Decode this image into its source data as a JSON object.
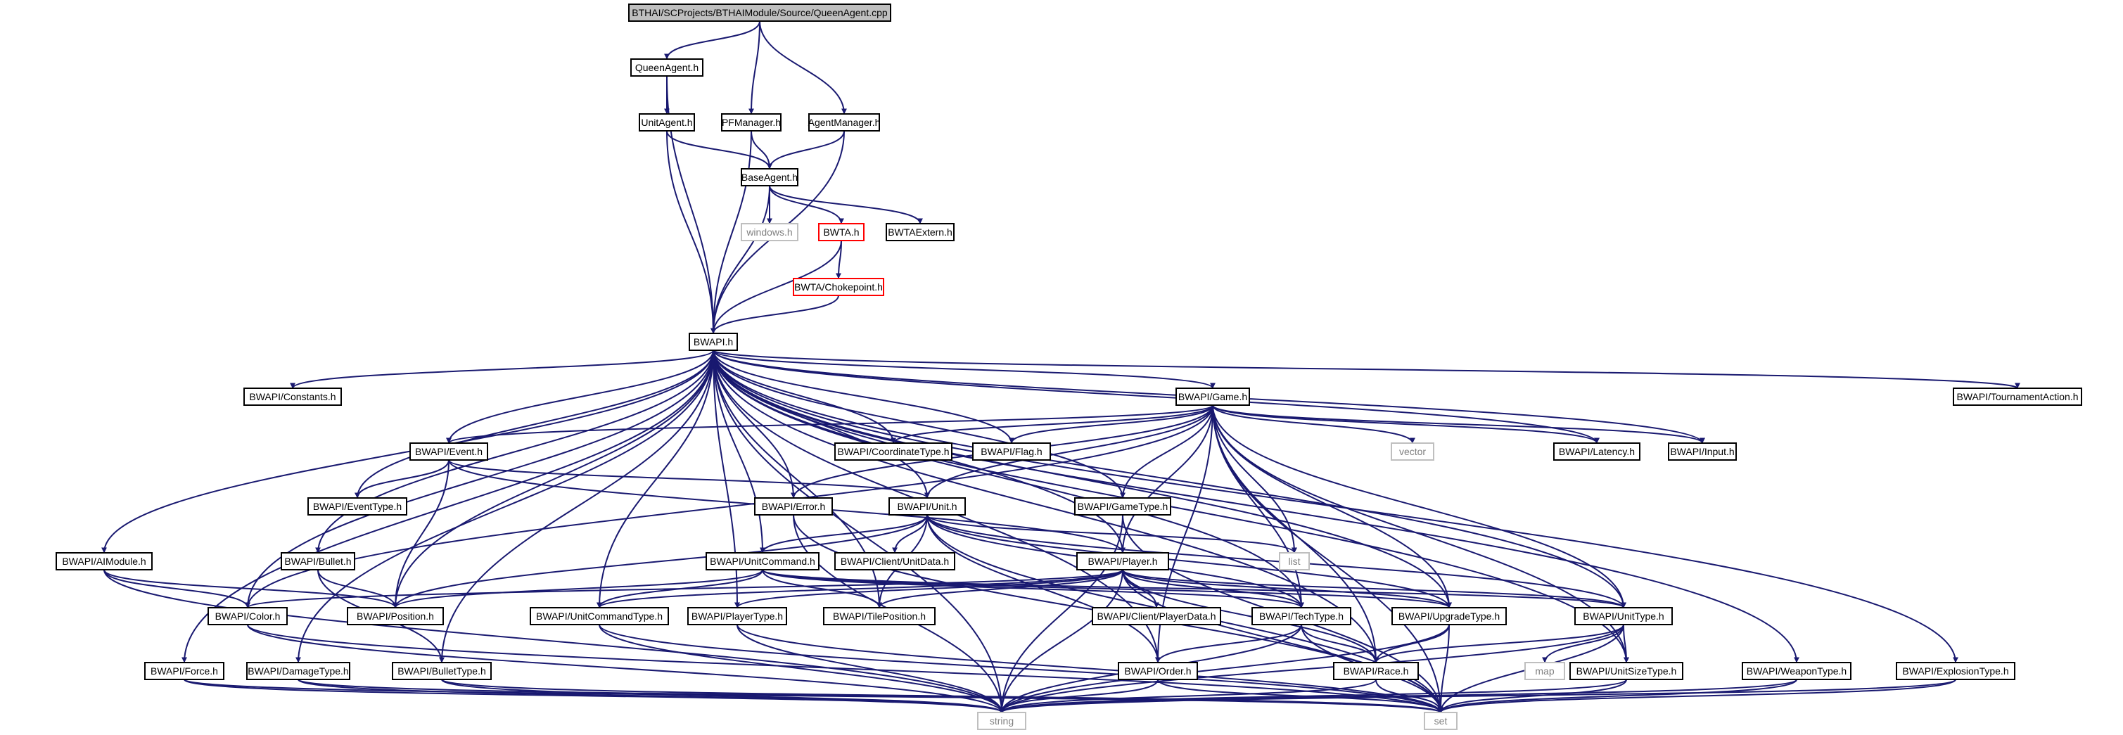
{
  "colors": {
    "edge": "#191970",
    "border_default": "#000000",
    "border_external": "#bfbfbf",
    "border_incomplete": "#ff0000",
    "fill_default": "#ffffff",
    "fill_root": "#bfbfbf",
    "text_default": "#000000",
    "text_external": "#808080"
  },
  "nodes": [
    {
      "id": "root",
      "label": "BTHAI/SCProjects/BTHAIModule/Source/QueenAgent.cpp",
      "style": "root"
    },
    {
      "id": "queenagent",
      "label": "QueenAgent.h",
      "style": "normal"
    },
    {
      "id": "pfmanager",
      "label": "PFManager.h",
      "style": "normal"
    },
    {
      "id": "agentmanager",
      "label": "AgentManager.h",
      "style": "normal"
    },
    {
      "id": "unitagent",
      "label": "UnitAgent.h",
      "style": "normal"
    },
    {
      "id": "baseagent",
      "label": "BaseAgent.h",
      "style": "normal"
    },
    {
      "id": "windows",
      "label": "windows.h",
      "style": "external"
    },
    {
      "id": "bwta",
      "label": "BWTA.h",
      "style": "incomplete"
    },
    {
      "id": "bwtaextern",
      "label": "BWTAExtern.h",
      "style": "normal"
    },
    {
      "id": "chokepoint",
      "label": "BWTA/Chokepoint.h",
      "style": "incomplete"
    },
    {
      "id": "bwapi",
      "label": "BWAPI.h",
      "style": "normal"
    },
    {
      "id": "constants",
      "label": "BWAPI/Constants.h",
      "style": "normal"
    },
    {
      "id": "game",
      "label": "BWAPI/Game.h",
      "style": "normal"
    },
    {
      "id": "tournament",
      "label": "BWAPI/TournamentAction.h",
      "style": "normal"
    },
    {
      "id": "event",
      "label": "BWAPI/Event.h",
      "style": "normal"
    },
    {
      "id": "coordinatetype",
      "label": "BWAPI/CoordinateType.h",
      "style": "normal"
    },
    {
      "id": "flag",
      "label": "BWAPI/Flag.h",
      "style": "normal"
    },
    {
      "id": "vector",
      "label": "vector",
      "style": "external"
    },
    {
      "id": "latency",
      "label": "BWAPI/Latency.h",
      "style": "normal"
    },
    {
      "id": "input",
      "label": "BWAPI/Input.h",
      "style": "normal"
    },
    {
      "id": "eventtype",
      "label": "BWAPI/EventType.h",
      "style": "normal"
    },
    {
      "id": "error",
      "label": "BWAPI/Error.h",
      "style": "normal"
    },
    {
      "id": "unit",
      "label": "BWAPI/Unit.h",
      "style": "normal"
    },
    {
      "id": "gametype",
      "label": "BWAPI/GameType.h",
      "style": "normal"
    },
    {
      "id": "aimodule",
      "label": "BWAPI/AIModule.h",
      "style": "normal"
    },
    {
      "id": "bullet",
      "label": "BWAPI/Bullet.h",
      "style": "normal"
    },
    {
      "id": "unitcommand",
      "label": "BWAPI/UnitCommand.h",
      "style": "normal"
    },
    {
      "id": "unitdata",
      "label": "BWAPI/Client/UnitData.h",
      "style": "normal"
    },
    {
      "id": "player",
      "label": "BWAPI/Player.h",
      "style": "normal"
    },
    {
      "id": "list",
      "label": "list",
      "style": "external"
    },
    {
      "id": "color",
      "label": "BWAPI/Color.h",
      "style": "normal"
    },
    {
      "id": "position",
      "label": "BWAPI/Position.h",
      "style": "normal"
    },
    {
      "id": "unitcommandtype",
      "label": "BWAPI/UnitCommandType.h",
      "style": "normal"
    },
    {
      "id": "playertype",
      "label": "BWAPI/PlayerType.h",
      "style": "normal"
    },
    {
      "id": "tileposition",
      "label": "BWAPI/TilePosition.h",
      "style": "normal"
    },
    {
      "id": "playerdata",
      "label": "BWAPI/Client/PlayerData.h",
      "style": "normal"
    },
    {
      "id": "techtype",
      "label": "BWAPI/TechType.h",
      "style": "normal"
    },
    {
      "id": "upgradetype",
      "label": "BWAPI/UpgradeType.h",
      "style": "normal"
    },
    {
      "id": "unittype",
      "label": "BWAPI/UnitType.h",
      "style": "normal"
    },
    {
      "id": "force",
      "label": "BWAPI/Force.h",
      "style": "normal"
    },
    {
      "id": "damagetype",
      "label": "BWAPI/DamageType.h",
      "style": "normal"
    },
    {
      "id": "bullettype",
      "label": "BWAPI/BulletType.h",
      "style": "normal"
    },
    {
      "id": "order",
      "label": "BWAPI/Order.h",
      "style": "normal"
    },
    {
      "id": "race",
      "label": "BWAPI/Race.h",
      "style": "normal"
    },
    {
      "id": "map",
      "label": "map",
      "style": "external"
    },
    {
      "id": "unitsizetype",
      "label": "BWAPI/UnitSizeType.h",
      "style": "normal"
    },
    {
      "id": "weapontype",
      "label": "BWAPI/WeaponType.h",
      "style": "normal"
    },
    {
      "id": "explosiontype",
      "label": "BWAPI/ExplosionType.h",
      "style": "normal"
    },
    {
      "id": "string",
      "label": "string",
      "style": "external"
    },
    {
      "id": "set",
      "label": "set",
      "style": "external"
    }
  ],
  "edges": [
    [
      "root",
      "queenagent"
    ],
    [
      "root",
      "pfmanager"
    ],
    [
      "root",
      "agentmanager"
    ],
    [
      "queenagent",
      "unitagent"
    ],
    [
      "queenagent",
      "bwapi"
    ],
    [
      "unitagent",
      "baseagent"
    ],
    [
      "unitagent",
      "bwapi"
    ],
    [
      "pfmanager",
      "baseagent"
    ],
    [
      "pfmanager",
      "bwapi"
    ],
    [
      "agentmanager",
      "baseagent"
    ],
    [
      "agentmanager",
      "bwapi"
    ],
    [
      "baseagent",
      "windows"
    ],
    [
      "baseagent",
      "bwta"
    ],
    [
      "baseagent",
      "bwtaextern"
    ],
    [
      "baseagent",
      "bwapi"
    ],
    [
      "bwta",
      "chokepoint"
    ],
    [
      "bwta",
      "bwapi"
    ],
    [
      "chokepoint",
      "bwapi"
    ],
    [
      "bwapi",
      "constants"
    ],
    [
      "bwapi",
      "game"
    ],
    [
      "bwapi",
      "tournament"
    ],
    [
      "bwapi",
      "event"
    ],
    [
      "bwapi",
      "eventtype"
    ],
    [
      "bwapi",
      "coordinatetype"
    ],
    [
      "bwapi",
      "flag"
    ],
    [
      "bwapi",
      "latency"
    ],
    [
      "bwapi",
      "input"
    ],
    [
      "bwapi",
      "error"
    ],
    [
      "bwapi",
      "unit"
    ],
    [
      "bwapi",
      "gametype"
    ],
    [
      "bwapi",
      "aimodule"
    ],
    [
      "bwapi",
      "bullet"
    ],
    [
      "bwapi",
      "unitcommand"
    ],
    [
      "bwapi",
      "player"
    ],
    [
      "bwapi",
      "color"
    ],
    [
      "bwapi",
      "position"
    ],
    [
      "bwapi",
      "unitcommandtype"
    ],
    [
      "bwapi",
      "playertype"
    ],
    [
      "bwapi",
      "tileposition"
    ],
    [
      "bwapi",
      "techtype"
    ],
    [
      "bwapi",
      "upgradetype"
    ],
    [
      "bwapi",
      "unittype"
    ],
    [
      "bwapi",
      "force"
    ],
    [
      "bwapi",
      "damagetype"
    ],
    [
      "bwapi",
      "bullettype"
    ],
    [
      "bwapi",
      "order"
    ],
    [
      "bwapi",
      "race"
    ],
    [
      "bwapi",
      "unitsizetype"
    ],
    [
      "bwapi",
      "weapontype"
    ],
    [
      "bwapi",
      "explosiontype"
    ],
    [
      "bwapi",
      "string"
    ],
    [
      "game",
      "event"
    ],
    [
      "game",
      "coordinatetype"
    ],
    [
      "game",
      "flag"
    ],
    [
      "game",
      "vector"
    ],
    [
      "game",
      "latency"
    ],
    [
      "game",
      "input"
    ],
    [
      "game",
      "error"
    ],
    [
      "game",
      "unit"
    ],
    [
      "game",
      "gametype"
    ],
    [
      "game",
      "player"
    ],
    [
      "game",
      "list"
    ],
    [
      "game",
      "color"
    ],
    [
      "game",
      "techtype"
    ],
    [
      "game",
      "upgradetype"
    ],
    [
      "game",
      "unittype"
    ],
    [
      "game",
      "order"
    ],
    [
      "game",
      "race"
    ],
    [
      "game",
      "unitsizetype"
    ],
    [
      "game",
      "set"
    ],
    [
      "event",
      "eventtype"
    ],
    [
      "event",
      "position"
    ],
    [
      "event",
      "unit"
    ],
    [
      "event",
      "player"
    ],
    [
      "error",
      "string"
    ],
    [
      "error",
      "set"
    ],
    [
      "unit",
      "unitcommand"
    ],
    [
      "unit",
      "unitdata"
    ],
    [
      "unit",
      "list"
    ],
    [
      "unit",
      "position"
    ],
    [
      "unit",
      "tileposition"
    ],
    [
      "unit",
      "techtype"
    ],
    [
      "unit",
      "upgradetype"
    ],
    [
      "unit",
      "unittype"
    ],
    [
      "unit",
      "order"
    ],
    [
      "unit",
      "set"
    ],
    [
      "gametype",
      "string"
    ],
    [
      "gametype",
      "set"
    ],
    [
      "aimodule",
      "color"
    ],
    [
      "aimodule",
      "position"
    ],
    [
      "aimodule",
      "string"
    ],
    [
      "bullet",
      "position"
    ],
    [
      "bullet",
      "bullettype"
    ],
    [
      "unitcommand",
      "position"
    ],
    [
      "unitcommand",
      "tileposition"
    ],
    [
      "unitcommand",
      "techtype"
    ],
    [
      "unitcommand",
      "upgradetype"
    ],
    [
      "unitcommand",
      "unittype"
    ],
    [
      "unitcommand",
      "unitcommandtype"
    ],
    [
      "player",
      "unitcommandtype"
    ],
    [
      "player",
      "color"
    ],
    [
      "player",
      "playertype"
    ],
    [
      "player",
      "tileposition"
    ],
    [
      "player",
      "playerdata"
    ],
    [
      "player",
      "techtype"
    ],
    [
      "player",
      "upgradetype"
    ],
    [
      "player",
      "unittype"
    ],
    [
      "player",
      "race"
    ],
    [
      "player",
      "string"
    ],
    [
      "player",
      "set"
    ],
    [
      "color",
      "string"
    ],
    [
      "color",
      "set"
    ],
    [
      "unitcommandtype",
      "string"
    ],
    [
      "unitcommandtype",
      "set"
    ],
    [
      "playertype",
      "string"
    ],
    [
      "playertype",
      "set"
    ],
    [
      "techtype",
      "order"
    ],
    [
      "techtype",
      "race"
    ],
    [
      "techtype",
      "string"
    ],
    [
      "techtype",
      "set"
    ],
    [
      "upgradetype",
      "race"
    ],
    [
      "upgradetype",
      "string"
    ],
    [
      "upgradetype",
      "set"
    ],
    [
      "unittype",
      "race"
    ],
    [
      "unittype",
      "unitsizetype"
    ],
    [
      "unittype",
      "map"
    ],
    [
      "unittype",
      "string"
    ],
    [
      "unittype",
      "set"
    ],
    [
      "force",
      "string"
    ],
    [
      "force",
      "set"
    ],
    [
      "damagetype",
      "string"
    ],
    [
      "damagetype",
      "set"
    ],
    [
      "bullettype",
      "string"
    ],
    [
      "bullettype",
      "set"
    ],
    [
      "order",
      "string"
    ],
    [
      "order",
      "set"
    ],
    [
      "race",
      "string"
    ],
    [
      "race",
      "set"
    ],
    [
      "unitsizetype",
      "string"
    ],
    [
      "unitsizetype",
      "set"
    ],
    [
      "weapontype",
      "string"
    ],
    [
      "weapontype",
      "set"
    ],
    [
      "explosiontype",
      "string"
    ],
    [
      "explosiontype",
      "set"
    ]
  ]
}
